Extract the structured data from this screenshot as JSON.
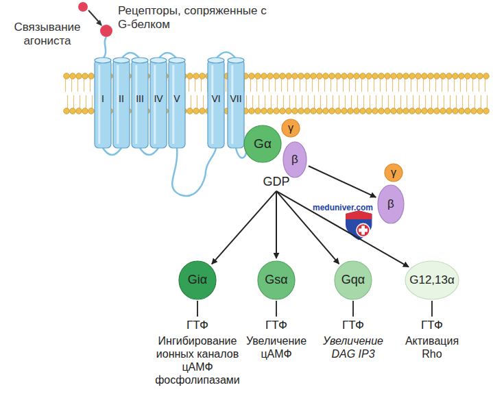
{
  "diagram": {
    "nodes": [
      {
        "text": [
          "I"
        ]
      },
      {
        "text": [
          "II"
        ]
      },
      {
        "text": [
          "III"
        ]
      },
      {
        "text": [
          "IV"
        ]
      },
      {
        "text": [
          "V"
        ]
      },
      {
        "text": [
          "VI"
        ]
      },
      {
        "text": [
          "VII"
        ]
      },
      {
        "text": [
          "Gα",
          "GDP"
        ]
      },
      {
        "text": [
          "γ"
        ]
      },
      {
        "text": [
          "β"
        ]
      },
      {
        "text": [
          "γ"
        ]
      },
      {
        "text": [
          "β"
        ]
      },
      {
        "text": [
          "Giα"
        ]
      },
      {
        "text": [
          "Gsα"
        ]
      },
      {
        "text": [
          "Gqα"
        ]
      },
      {
        "text": [
          "G12,13α"
        ]
      }
    ],
    "edges": [
      {
        "from": 9,
        "to": 11,
        "arrow": "to"
      },
      {
        "from": 7,
        "to": 12,
        "arrow": "to"
      },
      {
        "from": 7,
        "to": 13,
        "arrow": "to"
      },
      {
        "from": 7,
        "to": 14,
        "arrow": "to"
      },
      {
        "from": 7,
        "to": 15,
        "arrow": "to"
      }
    ],
    "labels": [
      "Связывание агониста",
      "Рецепторы, сопряженные с G-белком",
      "meduniver.com",
      "ГТФ",
      "Ингибирование ионных каналов цАМФ фосфолипазами",
      "ГТФ",
      "Увеличение цАМФ",
      "ГТФ",
      "Увеличение DAG IP3",
      "ГТФ",
      "Активация Rho"
    ]
  }
}
